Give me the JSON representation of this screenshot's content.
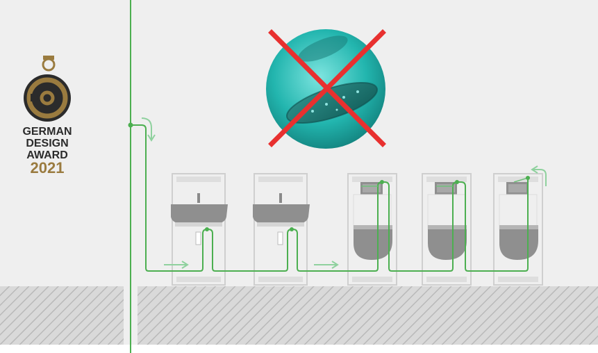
{
  "award": {
    "line1": "GERMAN",
    "line2": "DESIGN",
    "line3": "AWARD",
    "year": "2021",
    "colors": {
      "gold": "#9a7b3f",
      "dark": "#2b2b2b"
    }
  },
  "colors": {
    "background": "#efefef",
    "pipe": "#4caf50",
    "pipe_light": "#8fd19e",
    "cross": "#e8302f",
    "bacteria_bg": "#1fb6b2",
    "floor_hatch": "#b9b9b9"
  },
  "icons": {
    "award": "german-design-award-medal-icon",
    "bacteria": "bacteria-icon",
    "prohibited": "prohibited-cross-icon",
    "flow": "flow-arrow-icon"
  },
  "fixtures": [
    "washbasin",
    "washbasin",
    "wc",
    "wc",
    "wc"
  ]
}
